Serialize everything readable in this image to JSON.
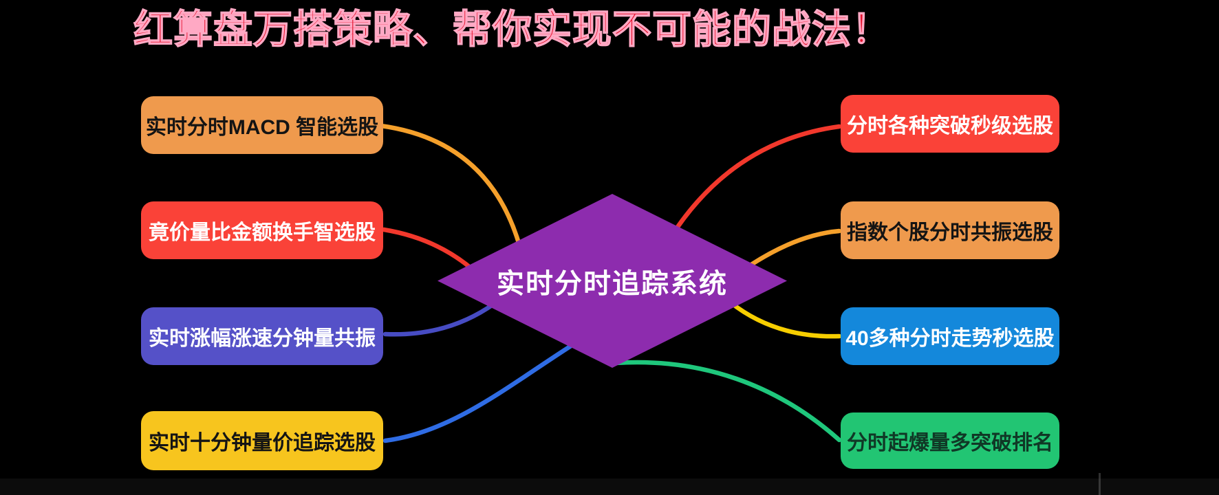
{
  "title": {
    "text": "红算盘万搭策略、帮你实现不可能的战法！",
    "color": "#e5122d",
    "outline_color": "#ffa9c4"
  },
  "center": {
    "label": "实时分时追踪系统",
    "bg": "#8d2cae",
    "text_color": "#ffffff"
  },
  "left_nodes": [
    {
      "label": "实时分时MACD 智能选股",
      "bg": "#ef9a4d",
      "text_color": "#141414",
      "connector": "#f5a02b"
    },
    {
      "label": "竟价量比金额换手智选股",
      "bg": "#fa4238",
      "text_color": "#ffffff",
      "connector": "#f2382c"
    },
    {
      "label": "实时涨幅涨速分钟量共振",
      "bg": "#5551c8",
      "text_color": "#ffffff",
      "connector": "#474cc3"
    },
    {
      "label": "实时十分钟量价追踪选股",
      "bg": "#f7c51e",
      "text_color": "#141414",
      "connector": "#2f6ce4"
    }
  ],
  "right_nodes": [
    {
      "label": "分时各种突破秒级选股",
      "bg": "#fa4238",
      "text_color": "#ffffff",
      "connector": "#f2382c"
    },
    {
      "label": "指数个股分时共振选股",
      "bg": "#ef9a4d",
      "text_color": "#141414",
      "connector": "#f5a02b"
    },
    {
      "label": "40多种分时走势秒选股",
      "bg": "#1488db",
      "text_color": "#ffffff",
      "connector": "#f7ce00"
    },
    {
      "label": "分时起爆量多突破排名",
      "bg": "#22c573",
      "text_color": "#103826",
      "connector": "#1fc77c"
    }
  ]
}
